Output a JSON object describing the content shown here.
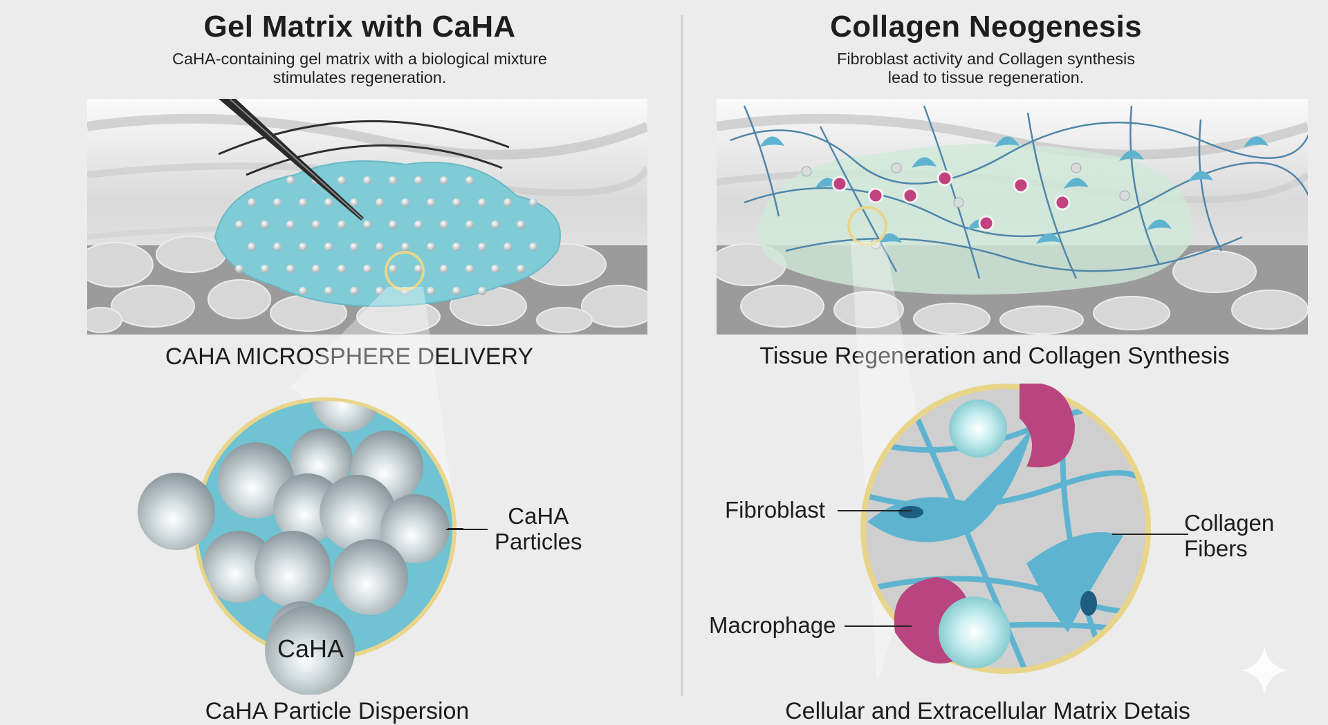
{
  "left": {
    "title": "Gel Matrix with CaHA",
    "subtitle": [
      "CaHA-containing gel matrix with a biological mixture",
      "stimulates regeneration."
    ],
    "caption": "CAHA MICROSPHERE DELIVERY",
    "callout_label": [
      "CaHA",
      "Particles"
    ],
    "particle_label": "CaHA",
    "bottom_caption": "CaHA Particle Dispersion"
  },
  "right": {
    "title": "Collagen Neogenesis",
    "subtitle": [
      "Fibroblast activity and Collagen synthesis",
      "lead to tissue regeneration."
    ],
    "caption": "Tissue Regeneration and Collagen Synthesis",
    "labels": {
      "fibroblast": "Fibroblast",
      "collagen": [
        "Collagen",
        "Fibers"
      ],
      "macrophage": "Macrophage"
    },
    "bottom_caption": "Cellular and Extracellular Matrix Detais"
  },
  "colors": {
    "gel": "#7fcbd6",
    "fibroblast": "#5eb4d0",
    "macrophage": "#b8457f",
    "ring": "#e9d58a",
    "tissue": "#9a9a9a",
    "background": "#ececec"
  },
  "icons": [
    "needle-icon",
    "sparkle-icon"
  ]
}
